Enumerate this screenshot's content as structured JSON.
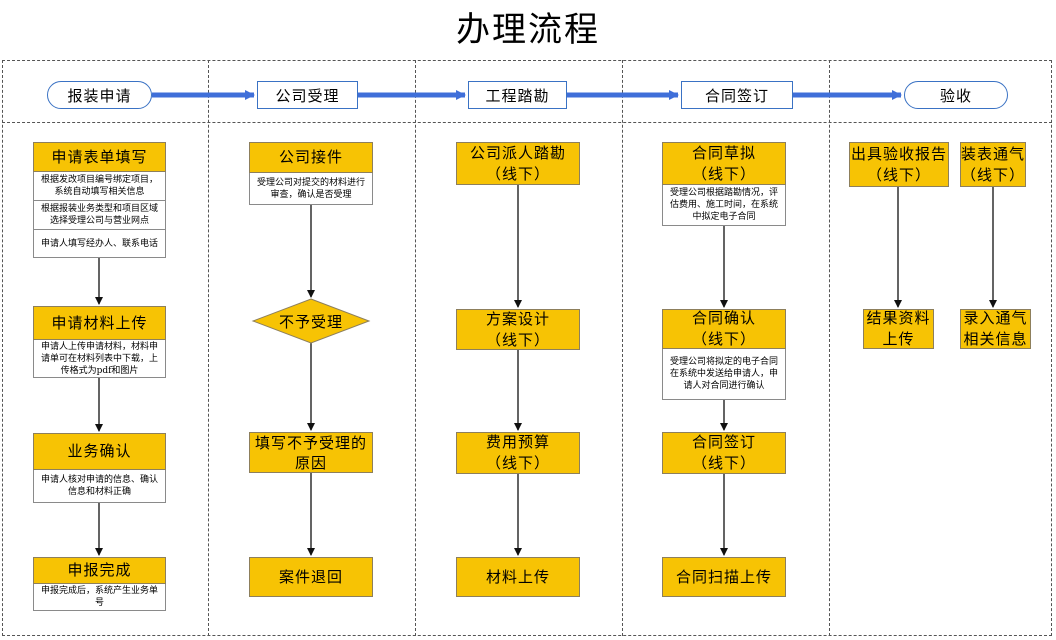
{
  "title": "办理流程",
  "stages": [
    "报装申请",
    "公司受理",
    "工程踏勘",
    "合同签订",
    "验收"
  ],
  "col1": {
    "s1": "申请表单填写",
    "s1_notes": [
      "根据发改项目编号绑定项目，系统自动填写相关信息",
      "根据报装业务类型和项目区域选择受理公司与营业网点",
      "申请人填写经办人、联系电话"
    ],
    "s2": "申请材料上传",
    "s2_note": "申请人上传申请材料，材料申请单可在材料列表中下载，上传格式为pdf和图片",
    "s3": "业务确认",
    "s3_note": "申请人核对申请的信息、确认信息和材料正确",
    "s4": "申报完成",
    "s4_note": "申报完成后，系统产生业务单号"
  },
  "col2": {
    "s1": "公司接件",
    "s1_note": "受理公司对提交的材料进行审查，确认是否受理",
    "decision": "不予受理",
    "s2": "填写不予受理的原因",
    "s3": "案件退回"
  },
  "col3": {
    "s1": "公司派人踏勘\n（线下）",
    "s2": "方案设计\n（线下）",
    "s3": "费用预算\n（线下）",
    "s4": "材料上传"
  },
  "col4": {
    "s1": "合同草拟\n（线下）",
    "s1_note": "受理公司根据踏勘情况，评估费用、施工时间，在系统中拟定电子合同",
    "s2": "合同确认\n（线下）",
    "s2_note": "受理公司将拟定的电子合同在系统中发送给申请人，申请人对合同进行确认",
    "s3": "合同签订\n（线下）",
    "s4": "合同扫描上传"
  },
  "col5": {
    "a1": "出具验收报告\n（线下）",
    "a2": "结果资料\n上传",
    "b1": "装表通气\n（线下）",
    "b2": "录入通气\n相关信息"
  },
  "colors": {
    "step_fill": "#f7c304",
    "stage_border": "#3a72c4",
    "arrow_blue": "#3f6fd9"
  }
}
